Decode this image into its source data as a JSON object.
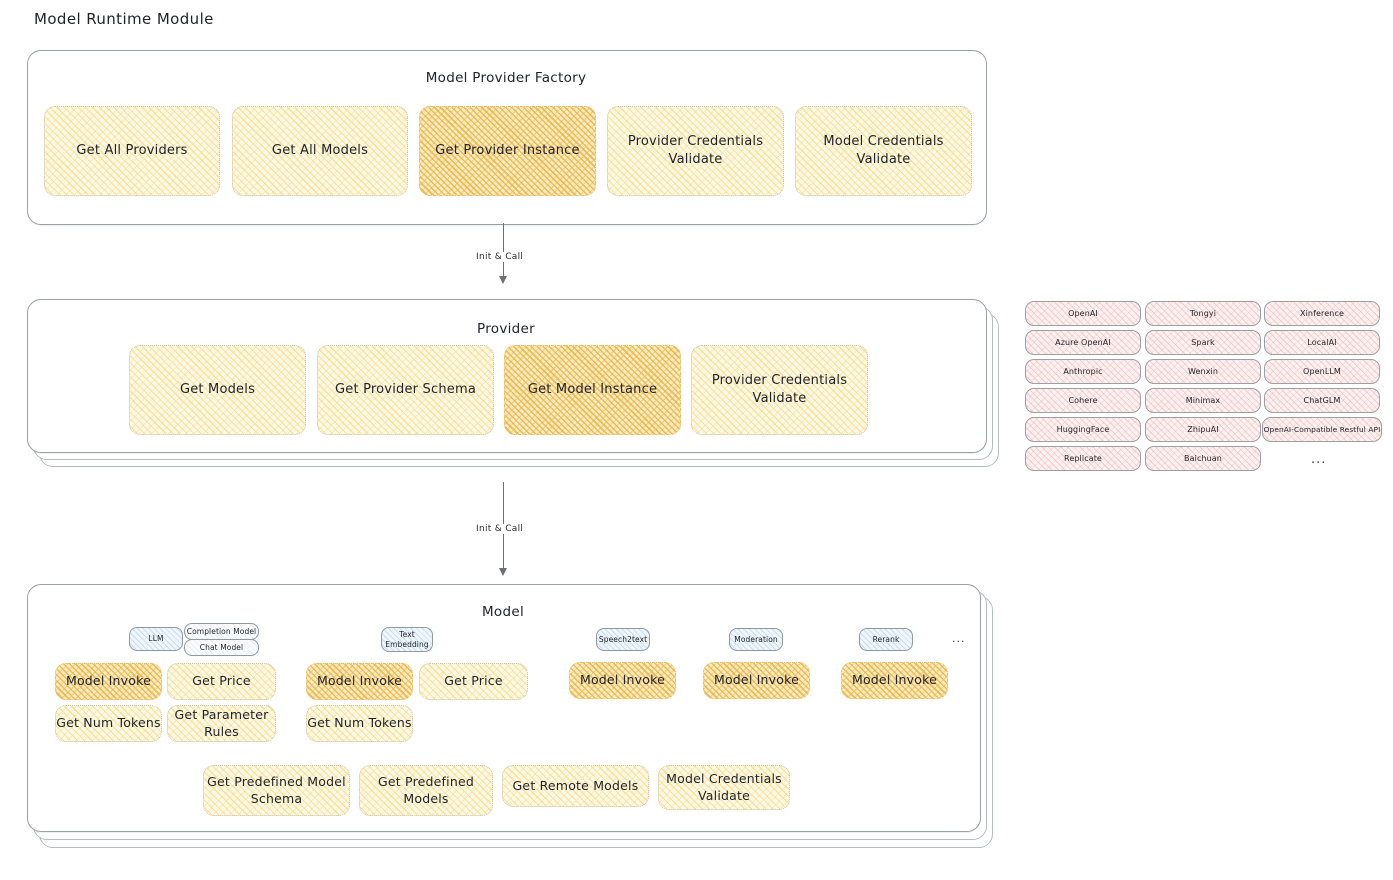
{
  "page": {
    "title": "Model Runtime Module"
  },
  "factory": {
    "title": "Model Provider Factory",
    "boxes": [
      {
        "label": "Get All Providers",
        "highlighted": false
      },
      {
        "label": "Get All Models",
        "highlighted": false
      },
      {
        "label": "Get Provider Instance",
        "highlighted": true
      },
      {
        "label": "Provider Credentials Validate",
        "highlighted": false
      },
      {
        "label": "Model Credentials Validate",
        "highlighted": false
      }
    ]
  },
  "arrow1": {
    "label": "Init & Call"
  },
  "provider": {
    "title": "Provider",
    "boxes": [
      {
        "label": "Get Models",
        "highlighted": false
      },
      {
        "label": "Get Provider Schema",
        "highlighted": false
      },
      {
        "label": "Get Model Instance",
        "highlighted": true
      },
      {
        "label": "Provider Credentials Validate",
        "highlighted": false
      }
    ]
  },
  "arrow2": {
    "label": "Init & Call"
  },
  "provider_list": {
    "columns": [
      [
        "OpenAI",
        "Azure OpenAI",
        "Anthropic",
        "Cohere",
        "HuggingFace",
        "Replicate"
      ],
      [
        "Tongyi",
        "Spark",
        "Wenxin",
        "Minimax",
        "ZhipuAI",
        "Baichuan"
      ],
      [
        "Xinference",
        "LocalAI",
        "OpenLLM",
        "ChatGLM",
        "OpenAI-Compatible Restful API"
      ]
    ],
    "more": "..."
  },
  "model": {
    "title": "Model",
    "more": "...",
    "types": [
      {
        "name": "LLM",
        "subtypes": [
          "Completion Model",
          "Chat Model"
        ],
        "methods": [
          "Model Invoke",
          "Get Price",
          "Get Num Tokens",
          "Get Parameter Rules"
        ],
        "highlighted_method": "Model Invoke"
      },
      {
        "name": "Text Embedding",
        "subtypes": [],
        "methods": [
          "Model Invoke",
          "Get Price",
          "Get Num Tokens"
        ],
        "highlighted_method": "Model Invoke"
      },
      {
        "name": "Speech2text",
        "subtypes": [],
        "methods": [
          "Model Invoke"
        ],
        "highlighted_method": "Model Invoke"
      },
      {
        "name": "Moderation",
        "subtypes": [],
        "methods": [
          "Model Invoke"
        ],
        "highlighted_method": "Model Invoke"
      },
      {
        "name": "Rerank",
        "subtypes": [],
        "methods": [
          "Model Invoke"
        ],
        "highlighted_method": "Model Invoke"
      }
    ],
    "common_methods": [
      "Get Predefined Model Schema",
      "Get Predefined Models",
      "Get Remote Models",
      "Model Credentials Validate"
    ]
  },
  "colors": {
    "highlight_fill": "#fcecc4",
    "box_fill": "#fdf8e3",
    "badge_fill": "#eef5fb",
    "chip_fill": "#fdf0f0",
    "stroke": "#9aa0a6"
  }
}
